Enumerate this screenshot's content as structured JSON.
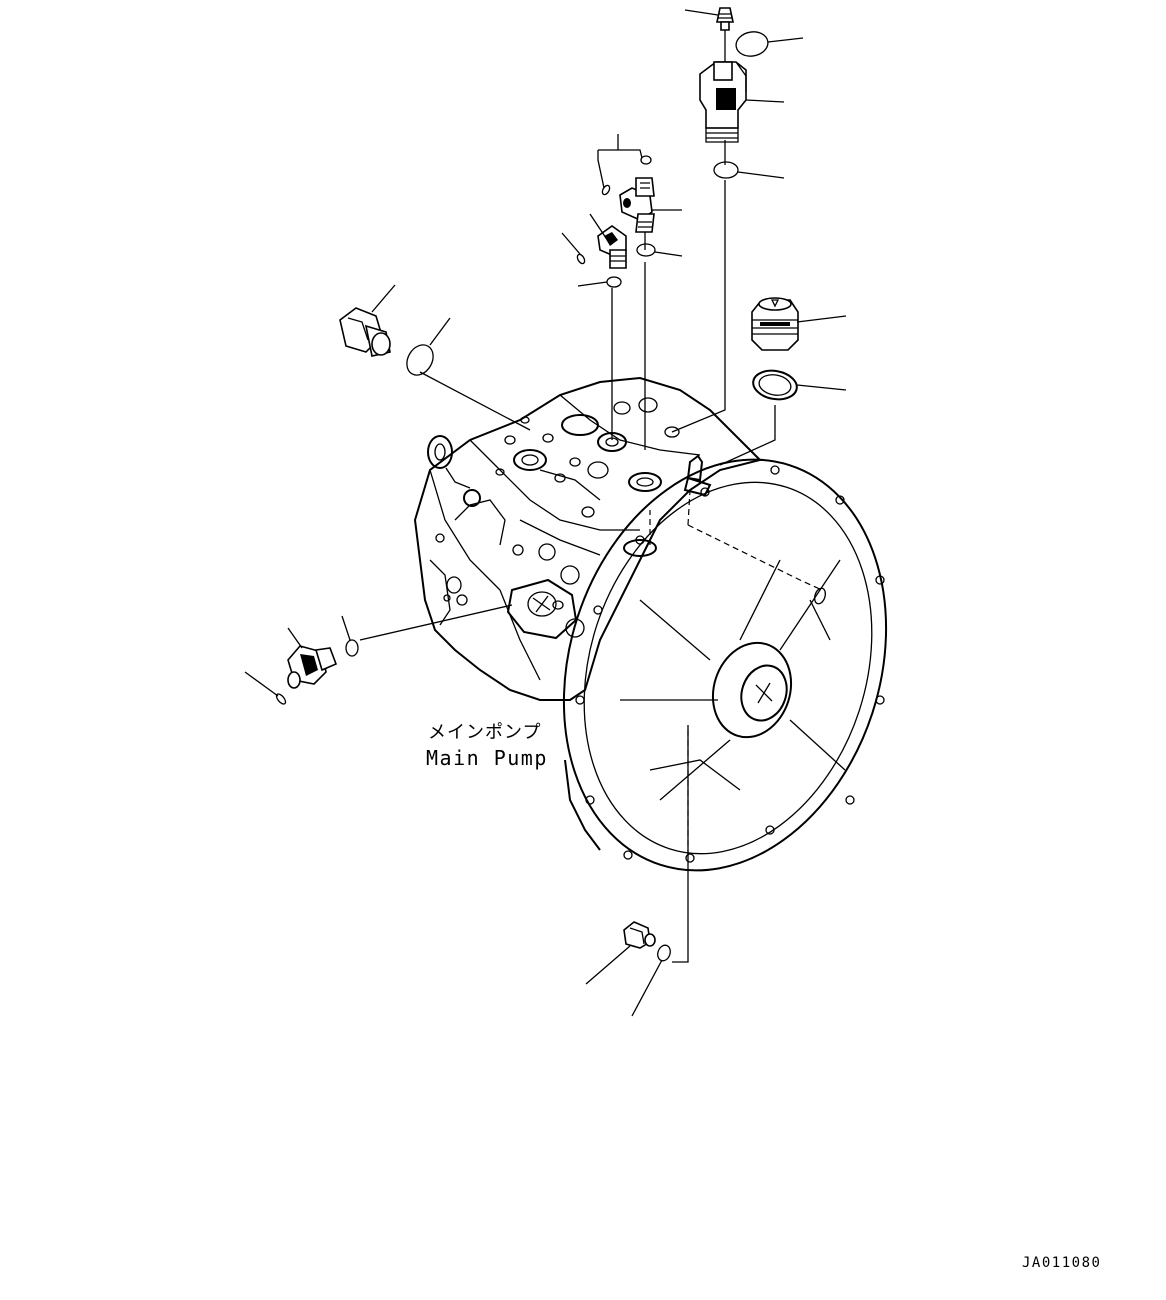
{
  "diagram": {
    "callout_label_jp": "メインポンプ",
    "callout_label_en": "Main Pump",
    "drawing_code": "JA011080"
  }
}
